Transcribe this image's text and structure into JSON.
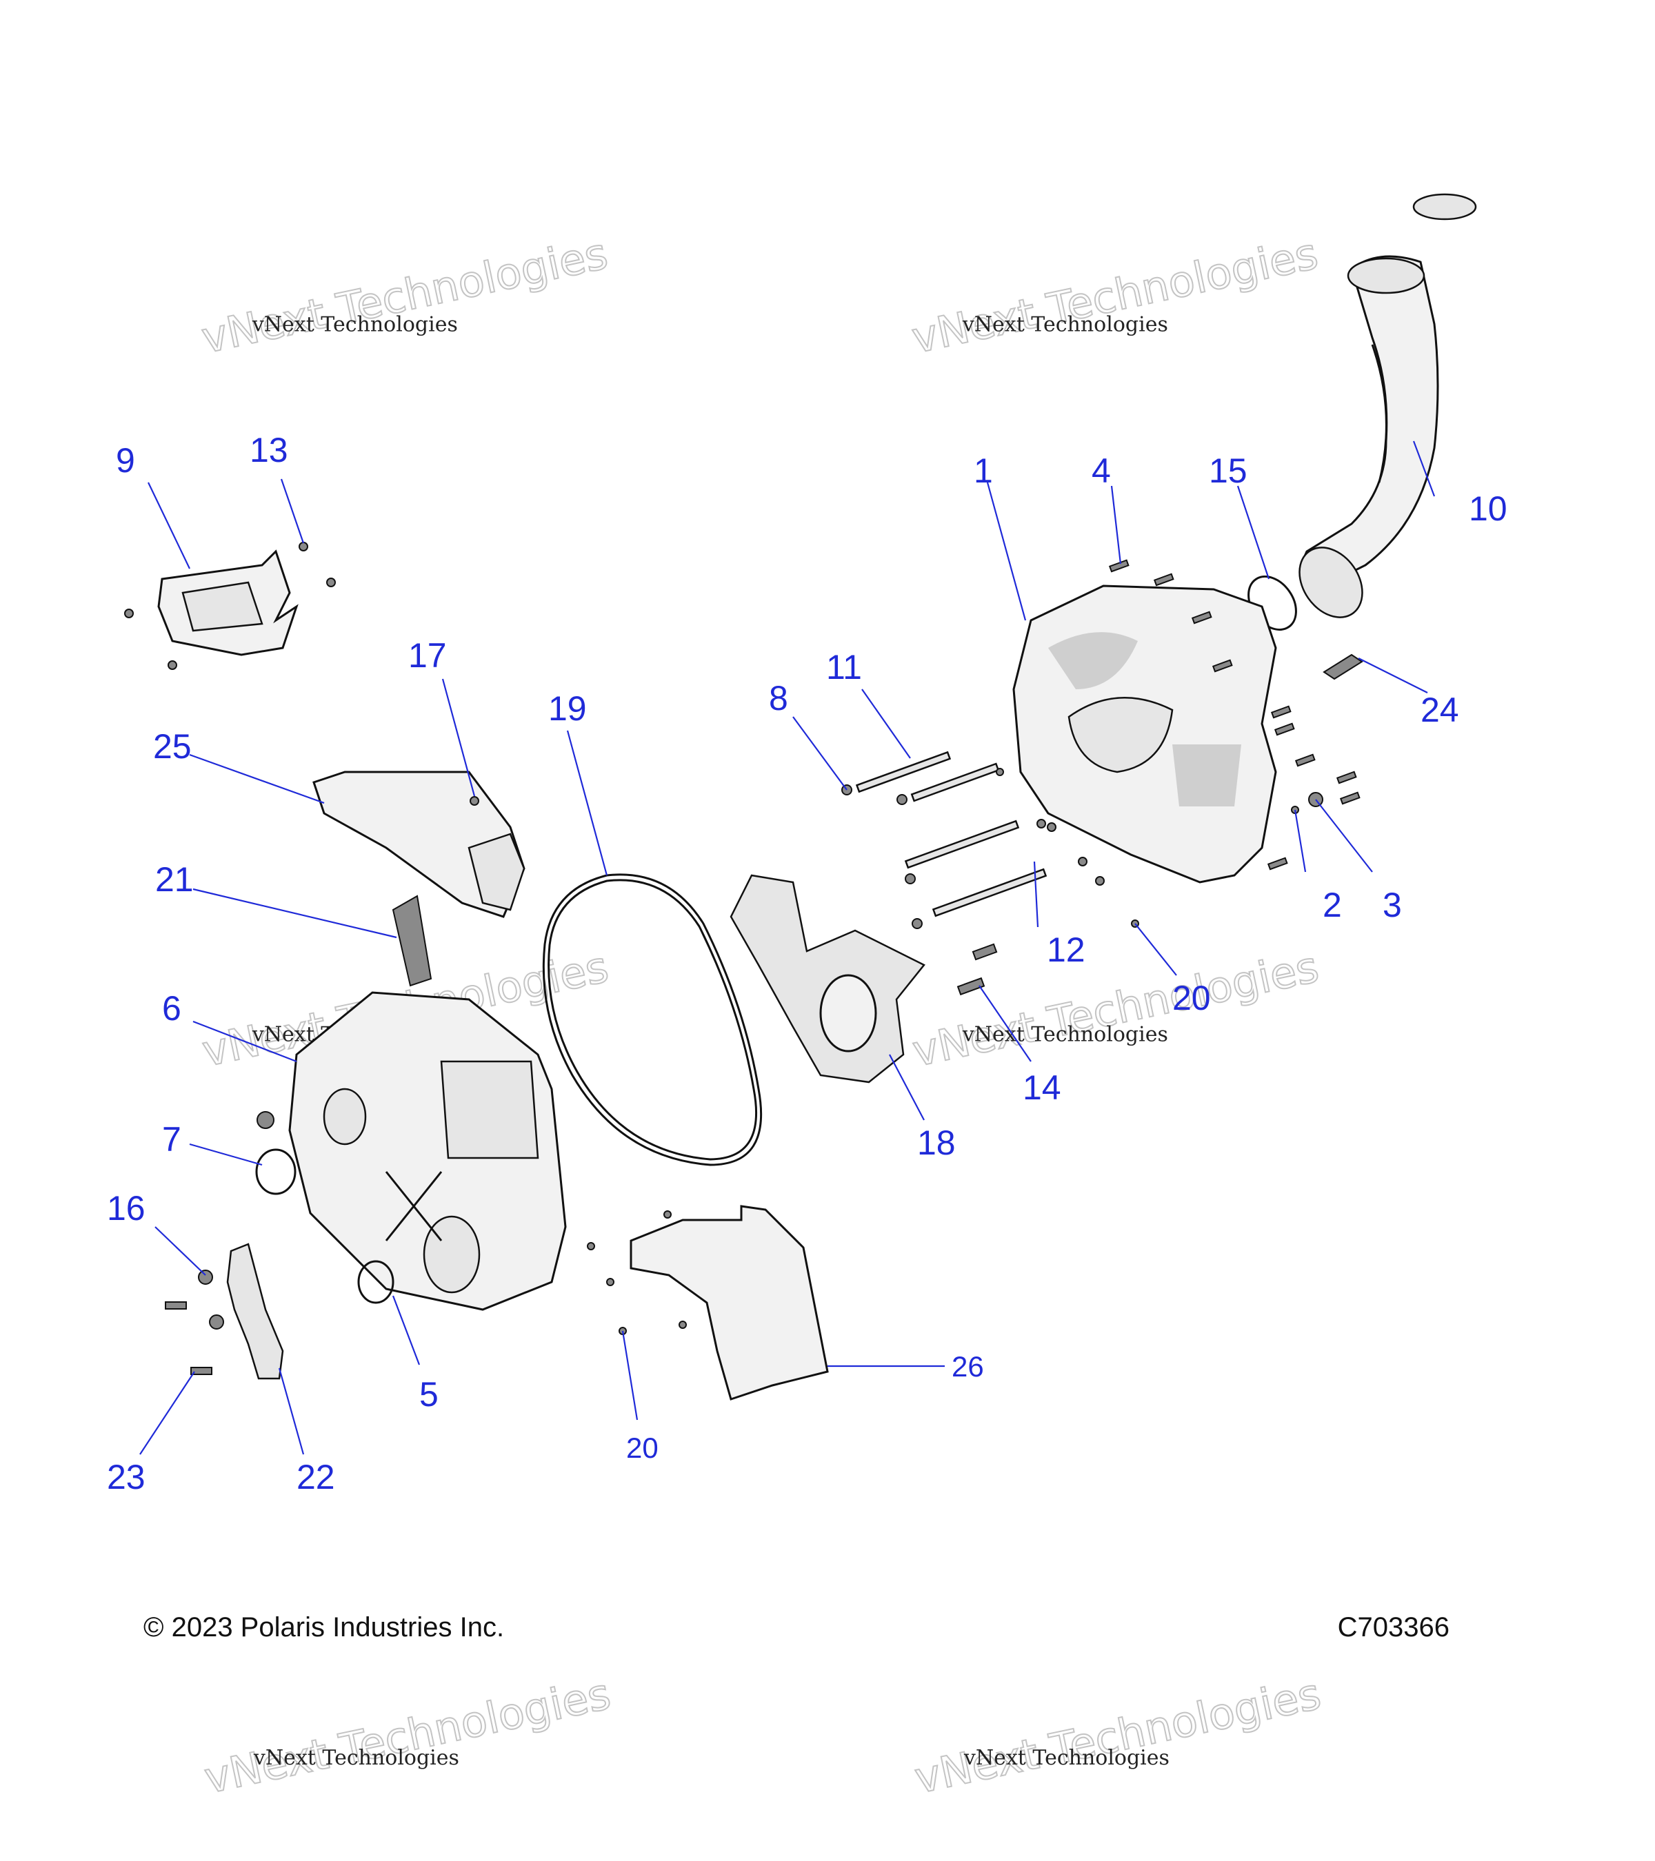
{
  "watermarks": [
    {
      "small": "vNext Technologies",
      "big": "vNext Technologies"
    },
    {
      "small": "vNext Technologies",
      "big": "vNext Technologies"
    },
    {
      "small": "vNext Technologies",
      "big": "vNext Technologies"
    },
    {
      "small": "vNext Technologies",
      "big": "vNext Technologies"
    },
    {
      "small": "vNext Technologies",
      "big": "vNext Technologies"
    },
    {
      "small": "vNext Technologies",
      "big": "vNext Technologies"
    }
  ],
  "callouts": {
    "c1": "1",
    "c2": "2",
    "c3": "3",
    "c4": "4",
    "c5": "5",
    "c6": "6",
    "c7": "7",
    "c8": "8",
    "c9": "9",
    "c10": "10",
    "c11": "11",
    "c12": "12",
    "c13": "13",
    "c14": "14",
    "c15": "15",
    "c16": "16",
    "c17": "17",
    "c18": "18",
    "c19": "19",
    "c20a": "20",
    "c20b": "20",
    "c21": "21",
    "c22": "22",
    "c23": "23",
    "c24": "24",
    "c25": "25",
    "c26": "26"
  },
  "footer": {
    "copyright": "© 2023 Polaris Industries Inc.",
    "figure_id": "C703366"
  }
}
